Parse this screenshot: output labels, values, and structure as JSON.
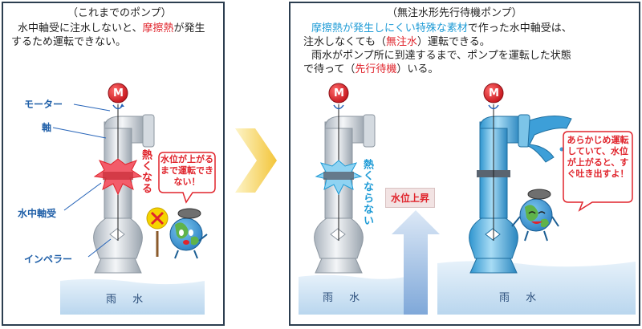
{
  "left": {
    "title": "（これまでのポンプ）",
    "desc_line1_a": "水中軸受に注水しないと、",
    "desc_line1_b": "摩擦熱",
    "desc_line1_c": "が発生",
    "desc_line2": "するため運転できない。",
    "motor_symbol": "M",
    "label_motor": "モーター",
    "label_shaft": "軸",
    "label_bearing": "水中軸受",
    "label_impeller": "インペラー",
    "hot_text": "熱くなる",
    "bubble_text": "水位が上がるまで運転できない！",
    "water_text": "雨 水"
  },
  "right": {
    "title": "（無注水形先行待機ポンプ）",
    "line1_a": "摩擦熱が発生しにくい特殊な素材",
    "line1_b": "で作った水中軸受は、",
    "line2_a": "注水しなくても（",
    "line2_b": "無注水",
    "line2_c": "）運転できる。",
    "line3": "雨水がポンプ所に到達するまで、ポンプを運転した状態",
    "line4_a": "で待って（",
    "line4_b": "先行待機",
    "line4_c": "）いる。",
    "motor_symbol": "M",
    "not_hot_text": "熱くならない",
    "rise_label": "水位上昇",
    "bubble_text": "あらかじめ運転していて、水位が上がると、すぐ吐き出すよ！",
    "water_text_left": "雨 水",
    "water_text_right": "雨 水"
  },
  "colors": {
    "frame": "#2c3e50",
    "pipe": "#dfe4ea",
    "pipe_blue": "#5cb8e6",
    "water": "#cfe4f3",
    "accent_red": "#e0242c",
    "accent_blue": "#1e9bd6",
    "arrow": "#f5c842"
  }
}
